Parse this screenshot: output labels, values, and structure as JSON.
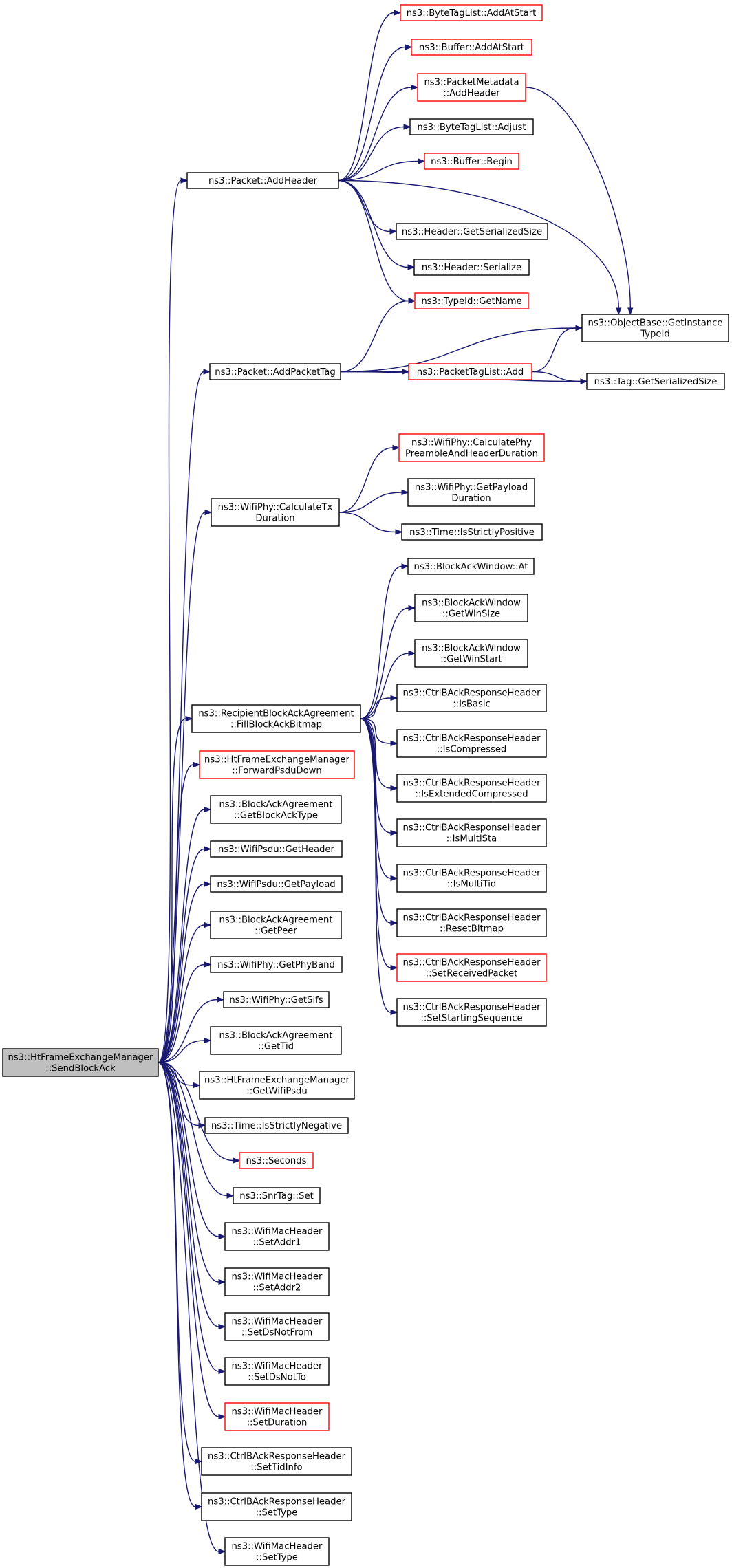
{
  "colors": {
    "edge": "#191970",
    "node_border": "#000000",
    "node_border_incomplete": "#ff0000",
    "root_fill": "#bfbfbf",
    "background": "#ffffff"
  },
  "nodes": [
    {
      "id": "root",
      "lines": [
        "ns3::HtFrameExchangeManager",
        "::SendBlockAck"
      ],
      "style": "root"
    },
    {
      "id": "pkt_addheader",
      "lines": [
        "ns3::Packet::AddHeader"
      ],
      "style": "normal"
    },
    {
      "id": "btl_addatstart",
      "lines": [
        "ns3::ByteTagList::AddAtStart"
      ],
      "style": "red"
    },
    {
      "id": "buf_addatstart",
      "lines": [
        "ns3::Buffer::AddAtStart"
      ],
      "style": "red"
    },
    {
      "id": "pm_addheader",
      "lines": [
        "ns3::PacketMetadata",
        "::AddHeader"
      ],
      "style": "red"
    },
    {
      "id": "btl_adjust",
      "lines": [
        "ns3::ByteTagList::Adjust"
      ],
      "style": "normal"
    },
    {
      "id": "buf_begin",
      "lines": [
        "ns3::Buffer::Begin"
      ],
      "style": "red"
    },
    {
      "id": "hdr_getsersize",
      "lines": [
        "ns3::Header::GetSerializedSize"
      ],
      "style": "normal"
    },
    {
      "id": "hdr_serialize",
      "lines": [
        "ns3::Header::Serialize"
      ],
      "style": "normal"
    },
    {
      "id": "typeid_getname",
      "lines": [
        "ns3::TypeId::GetName"
      ],
      "style": "red"
    },
    {
      "id": "ob_getinstance",
      "lines": [
        "ns3::ObjectBase::GetInstance",
        "TypeId"
      ],
      "style": "normal"
    },
    {
      "id": "pkt_addpackettag",
      "lines": [
        "ns3::Packet::AddPacketTag"
      ],
      "style": "normal"
    },
    {
      "id": "ptl_add",
      "lines": [
        "ns3::PacketTagList::Add"
      ],
      "style": "red"
    },
    {
      "id": "tag_getsersize",
      "lines": [
        "ns3::Tag::GetSerializedSize"
      ],
      "style": "normal"
    },
    {
      "id": "phy_calctx",
      "lines": [
        "ns3::WifiPhy::CalculateTx",
        "Duration"
      ],
      "style": "normal"
    },
    {
      "id": "phy_calcpreamble",
      "lines": [
        "ns3::WifiPhy::CalculatePhy",
        "PreambleAndHeaderDuration"
      ],
      "style": "red"
    },
    {
      "id": "phy_getpayload",
      "lines": [
        "ns3::WifiPhy::GetPayload",
        "Duration"
      ],
      "style": "normal"
    },
    {
      "id": "time_isstrictpos",
      "lines": [
        "ns3::Time::IsStrictlyPositive"
      ],
      "style": "normal"
    },
    {
      "id": "baw_at",
      "lines": [
        "ns3::BlockAckWindow::At"
      ],
      "style": "normal"
    },
    {
      "id": "baw_getwinsize",
      "lines": [
        "ns3::BlockAckWindow",
        "::GetWinSize"
      ],
      "style": "normal"
    },
    {
      "id": "baw_getwinstart",
      "lines": [
        "ns3::BlockAckWindow",
        "::GetWinStart"
      ],
      "style": "normal"
    },
    {
      "id": "rbaa_fill",
      "lines": [
        "ns3::RecipientBlockAckAgreement",
        "::FillBlockAckBitmap"
      ],
      "style": "normal"
    },
    {
      "id": "cbr_isbasic",
      "lines": [
        "ns3::CtrlBAckResponseHeader",
        "::IsBasic"
      ],
      "style": "normal"
    },
    {
      "id": "cbr_iscompressed",
      "lines": [
        "ns3::CtrlBAckResponseHeader",
        "::IsCompressed"
      ],
      "style": "normal"
    },
    {
      "id": "cbr_isextcompressed",
      "lines": [
        "ns3::CtrlBAckResponseHeader",
        "::IsExtendedCompressed"
      ],
      "style": "normal"
    },
    {
      "id": "cbr_ismultista",
      "lines": [
        "ns3::CtrlBAckResponseHeader",
        "::IsMultiSta"
      ],
      "style": "normal"
    },
    {
      "id": "cbr_ismultitid",
      "lines": [
        "ns3::CtrlBAckResponseHeader",
        "::IsMultiTid"
      ],
      "style": "normal"
    },
    {
      "id": "cbr_resetbitmap",
      "lines": [
        "ns3::CtrlBAckResponseHeader",
        "::ResetBitmap"
      ],
      "style": "normal"
    },
    {
      "id": "cbr_setreceived",
      "lines": [
        "ns3::CtrlBAckResponseHeader",
        "::SetReceivedPacket"
      ],
      "style": "red"
    },
    {
      "id": "cbr_setstartseq",
      "lines": [
        "ns3::CtrlBAckResponseHeader",
        "::SetStartingSequence"
      ],
      "style": "normal"
    },
    {
      "id": "htfem_forwardpsdu",
      "lines": [
        "ns3::HtFrameExchangeManager",
        "::ForwardPsduDown"
      ],
      "style": "red"
    },
    {
      "id": "baa_getbatype",
      "lines": [
        "ns3::BlockAckAgreement",
        "::GetBlockAckType"
      ],
      "style": "normal"
    },
    {
      "id": "psdu_getheader",
      "lines": [
        "ns3::WifiPsdu::GetHeader"
      ],
      "style": "normal"
    },
    {
      "id": "psdu_getpayload",
      "lines": [
        "ns3::WifiPsdu::GetPayload"
      ],
      "style": "normal"
    },
    {
      "id": "baa_getpeer",
      "lines": [
        "ns3::BlockAckAgreement",
        "::GetPeer"
      ],
      "style": "normal"
    },
    {
      "id": "phy_getphyband",
      "lines": [
        "ns3::WifiPhy::GetPhyBand"
      ],
      "style": "normal"
    },
    {
      "id": "phy_getsifs",
      "lines": [
        "ns3::WifiPhy::GetSifs"
      ],
      "style": "normal"
    },
    {
      "id": "baa_gettid",
      "lines": [
        "ns3::BlockAckAgreement",
        "::GetTid"
      ],
      "style": "normal"
    },
    {
      "id": "htfem_getwifipsdu",
      "lines": [
        "ns3::HtFrameExchangeManager",
        "::GetWifiPsdu"
      ],
      "style": "normal"
    },
    {
      "id": "time_isstrictneg",
      "lines": [
        "ns3::Time::IsStrictlyNegative"
      ],
      "style": "normal"
    },
    {
      "id": "seconds",
      "lines": [
        "ns3::Seconds"
      ],
      "style": "red"
    },
    {
      "id": "snrtag_set",
      "lines": [
        "ns3::SnrTag::Set"
      ],
      "style": "normal"
    },
    {
      "id": "wmh_setaddr1",
      "lines": [
        "ns3::WifiMacHeader",
        "::SetAddr1"
      ],
      "style": "normal"
    },
    {
      "id": "wmh_setaddr2",
      "lines": [
        "ns3::WifiMacHeader",
        "::SetAddr2"
      ],
      "style": "normal"
    },
    {
      "id": "wmh_setdsnotfrom",
      "lines": [
        "ns3::WifiMacHeader",
        "::SetDsNotFrom"
      ],
      "style": "normal"
    },
    {
      "id": "wmh_setdsnotto",
      "lines": [
        "ns3::WifiMacHeader",
        "::SetDsNotTo"
      ],
      "style": "normal"
    },
    {
      "id": "wmh_setduration",
      "lines": [
        "ns3::WifiMacHeader",
        "::SetDuration"
      ],
      "style": "red"
    },
    {
      "id": "cbr_settidinfo",
      "lines": [
        "ns3::CtrlBAckResponseHeader",
        "::SetTidInfo"
      ],
      "style": "normal"
    },
    {
      "id": "cbr_settype",
      "lines": [
        "ns3::CtrlBAckResponseHeader",
        "::SetType"
      ],
      "style": "normal"
    },
    {
      "id": "wmh_settype",
      "lines": [
        "ns3::WifiMacHeader",
        "::SetType"
      ],
      "style": "normal"
    }
  ],
  "edges": [
    [
      "root",
      "pkt_addheader"
    ],
    [
      "root",
      "pkt_addpackettag"
    ],
    [
      "root",
      "phy_calctx"
    ],
    [
      "root",
      "rbaa_fill"
    ],
    [
      "root",
      "htfem_forwardpsdu"
    ],
    [
      "root",
      "baa_getbatype"
    ],
    [
      "root",
      "psdu_getheader"
    ],
    [
      "root",
      "psdu_getpayload"
    ],
    [
      "root",
      "baa_getpeer"
    ],
    [
      "root",
      "phy_getphyband"
    ],
    [
      "root",
      "phy_getsifs"
    ],
    [
      "root",
      "baa_gettid"
    ],
    [
      "root",
      "htfem_getwifipsdu"
    ],
    [
      "root",
      "time_isstrictneg"
    ],
    [
      "root",
      "seconds"
    ],
    [
      "root",
      "snrtag_set"
    ],
    [
      "root",
      "wmh_setaddr1"
    ],
    [
      "root",
      "wmh_setaddr2"
    ],
    [
      "root",
      "wmh_setdsnotfrom"
    ],
    [
      "root",
      "wmh_setdsnotto"
    ],
    [
      "root",
      "wmh_setduration"
    ],
    [
      "root",
      "cbr_settidinfo"
    ],
    [
      "root",
      "cbr_settype"
    ],
    [
      "root",
      "wmh_settype"
    ],
    [
      "pkt_addheader",
      "btl_addatstart"
    ],
    [
      "pkt_addheader",
      "buf_addatstart"
    ],
    [
      "pkt_addheader",
      "pm_addheader"
    ],
    [
      "pkt_addheader",
      "btl_adjust"
    ],
    [
      "pkt_addheader",
      "buf_begin"
    ],
    [
      "pkt_addheader",
      "hdr_getsersize"
    ],
    [
      "pkt_addheader",
      "hdr_serialize"
    ],
    [
      "pkt_addheader",
      "typeid_getname"
    ],
    [
      "pkt_addheader",
      "ob_getinstance"
    ],
    [
      "pm_addheader",
      "ob_getinstance"
    ],
    [
      "pkt_addpackettag",
      "typeid_getname"
    ],
    [
      "pkt_addpackettag",
      "ob_getinstance"
    ],
    [
      "pkt_addpackettag",
      "ptl_add"
    ],
    [
      "pkt_addpackettag",
      "tag_getsersize"
    ],
    [
      "ptl_add",
      "ob_getinstance"
    ],
    [
      "ptl_add",
      "tag_getsersize"
    ],
    [
      "phy_calctx",
      "phy_calcpreamble"
    ],
    [
      "phy_calctx",
      "phy_getpayload"
    ],
    [
      "phy_calctx",
      "time_isstrictpos"
    ],
    [
      "rbaa_fill",
      "baw_at"
    ],
    [
      "rbaa_fill",
      "baw_getwinsize"
    ],
    [
      "rbaa_fill",
      "baw_getwinstart"
    ],
    [
      "rbaa_fill",
      "cbr_isbasic"
    ],
    [
      "rbaa_fill",
      "cbr_iscompressed"
    ],
    [
      "rbaa_fill",
      "cbr_isextcompressed"
    ],
    [
      "rbaa_fill",
      "cbr_ismultista"
    ],
    [
      "rbaa_fill",
      "cbr_ismultitid"
    ],
    [
      "rbaa_fill",
      "cbr_resetbitmap"
    ],
    [
      "rbaa_fill",
      "cbr_setreceived"
    ],
    [
      "rbaa_fill",
      "cbr_setstartseq"
    ]
  ]
}
